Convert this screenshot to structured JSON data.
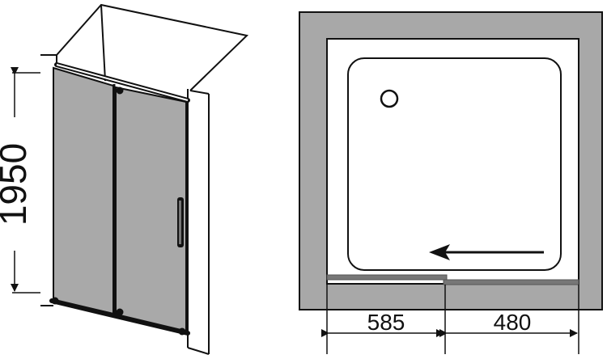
{
  "elevation": {
    "height_label": "1950"
  },
  "plan": {
    "dimensions": {
      "left_label": "585",
      "right_label": "480"
    }
  }
}
